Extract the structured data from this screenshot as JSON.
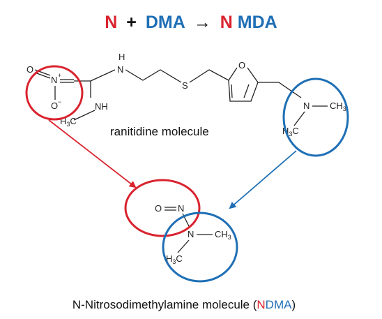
{
  "colors": {
    "red": "#d9232e",
    "blue": "#1f6fb5",
    "black": "#111111"
  },
  "equation": {
    "n": "N",
    "plus": "+",
    "dma": "DMA",
    "arrow": "→",
    "result_n": "N",
    "result_rest": "MDA"
  },
  "ranitidine": {
    "atom_o_top": "O",
    "atom_n_nitro": "N",
    "atom_plus": "+",
    "atom_o_bottom": "O",
    "atom_minus": "−",
    "atom_h_top": "H",
    "atom_n_top": "N",
    "atom_nh": "NH",
    "atom_h3_left": "H",
    "atom_3_left": "3",
    "atom_c_left": "C",
    "atom_s": "S",
    "atom_o_furan": "O",
    "atom_n_amine": "N",
    "atom_ch": "CH",
    "atom_3_right": "3",
    "atom_h3c_h": "H",
    "atom_h3c_3": "3",
    "atom_h3c_c": "C"
  },
  "ranitidine_label": "ranitidine molecule",
  "ndma": {
    "atom_o": "O",
    "atom_n_top": "N",
    "atom_n_mid": "N",
    "atom_ch": "CH",
    "atom_3_right": "3",
    "atom_h": "H",
    "atom_3_left": "3",
    "atom_c": "C"
  },
  "ndma_label": {
    "prefix": "N-Nitrosodimethylamine molecule (",
    "n": "N",
    "dma": "DMA",
    "suffix": ")"
  }
}
